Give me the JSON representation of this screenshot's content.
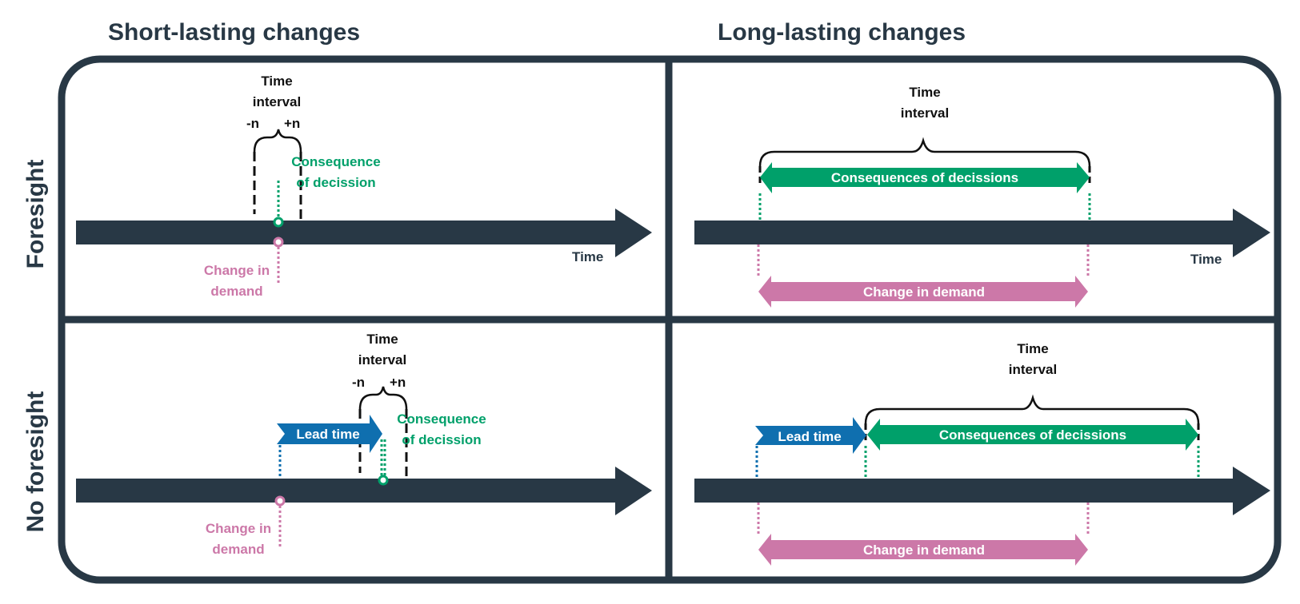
{
  "headers": {
    "short": "Short-lasting changes",
    "long": "Long-lasting changes"
  },
  "rows": {
    "foresight": "Foresight",
    "no_foresight": "No foresight"
  },
  "labels": {
    "time": "Time",
    "time_interval_1": "Time",
    "time_interval_2": "interval",
    "minus_n": "-n",
    "plus_n": "+n",
    "consequence_1": "Consequence",
    "consequence_2": "of decission",
    "change_1": "Change in",
    "change_2": "demand",
    "lead_time": "Lead time",
    "consequences_long": "Consequences of decissions",
    "change_long": "Change in demand"
  },
  "colors": {
    "dark": "#283845",
    "green": "#00a06a",
    "pink": "#cc78a8",
    "blue": "#0f6faf"
  }
}
